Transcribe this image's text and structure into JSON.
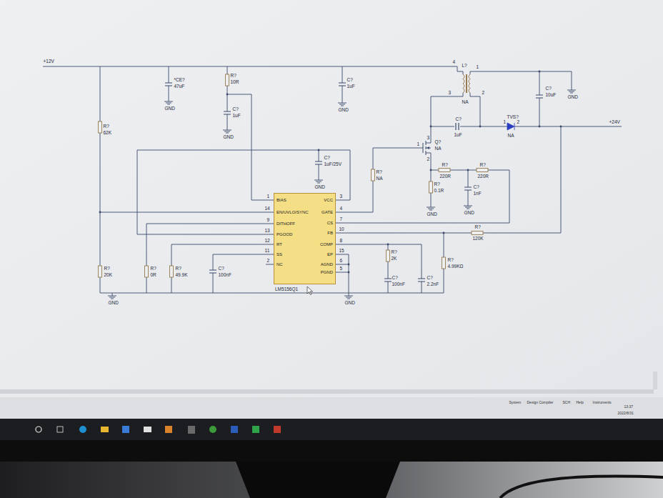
{
  "diagram": {
    "nodes": [
      {
        "text": [
          "BIAS",
          "EN/UVLO/SYNC",
          "DITHOFF",
          "PGOOD",
          "RT",
          "SS",
          "NC",
          "VCC",
          "GATE",
          "CS",
          "FB",
          "COMP",
          "EP",
          "AGND",
          "PGND",
          "LM5156Q1"
        ]
      }
    ],
    "labels": [
      "+12V",
      "+24V",
      "*CE?",
      "47uF",
      "R?",
      "10R",
      "C?",
      "1uF",
      "C?",
      "1uF",
      "R?",
      "62K",
      "C?",
      "1uF/25V",
      "L?",
      "4",
      "1",
      "3",
      "2",
      "NA",
      "C?",
      "10uF",
      "C?",
      "1uF",
      "TVS?",
      "NA",
      "1",
      "2",
      "Q?",
      "NA",
      "1",
      "3",
      "2",
      "R?",
      "NA",
      "R?",
      "220R",
      "R?",
      "220R",
      "R?",
      "0.1R",
      "C?",
      "1nF",
      "R?",
      "120K",
      "R?",
      "20K",
      "R?",
      "0R",
      "R?",
      "49.9K",
      "C?",
      "100nF",
      "R?",
      "2K",
      "C?",
      "100nF",
      "C?",
      "2.2nF",
      "R?",
      "4.99KΩ",
      "GND",
      "GND",
      "GND",
      "GND",
      "GND",
      "GND",
      "GND",
      "GND",
      "GND",
      "1",
      "14",
      "9",
      "13",
      "12",
      "11",
      "2",
      "3",
      "4",
      "7",
      "10",
      "8",
      "15",
      "6",
      "5",
      "System",
      "Design Compiler",
      "SCH",
      "Help",
      "Instruments",
      "13:37",
      "2022/8/31"
    ]
  }
}
